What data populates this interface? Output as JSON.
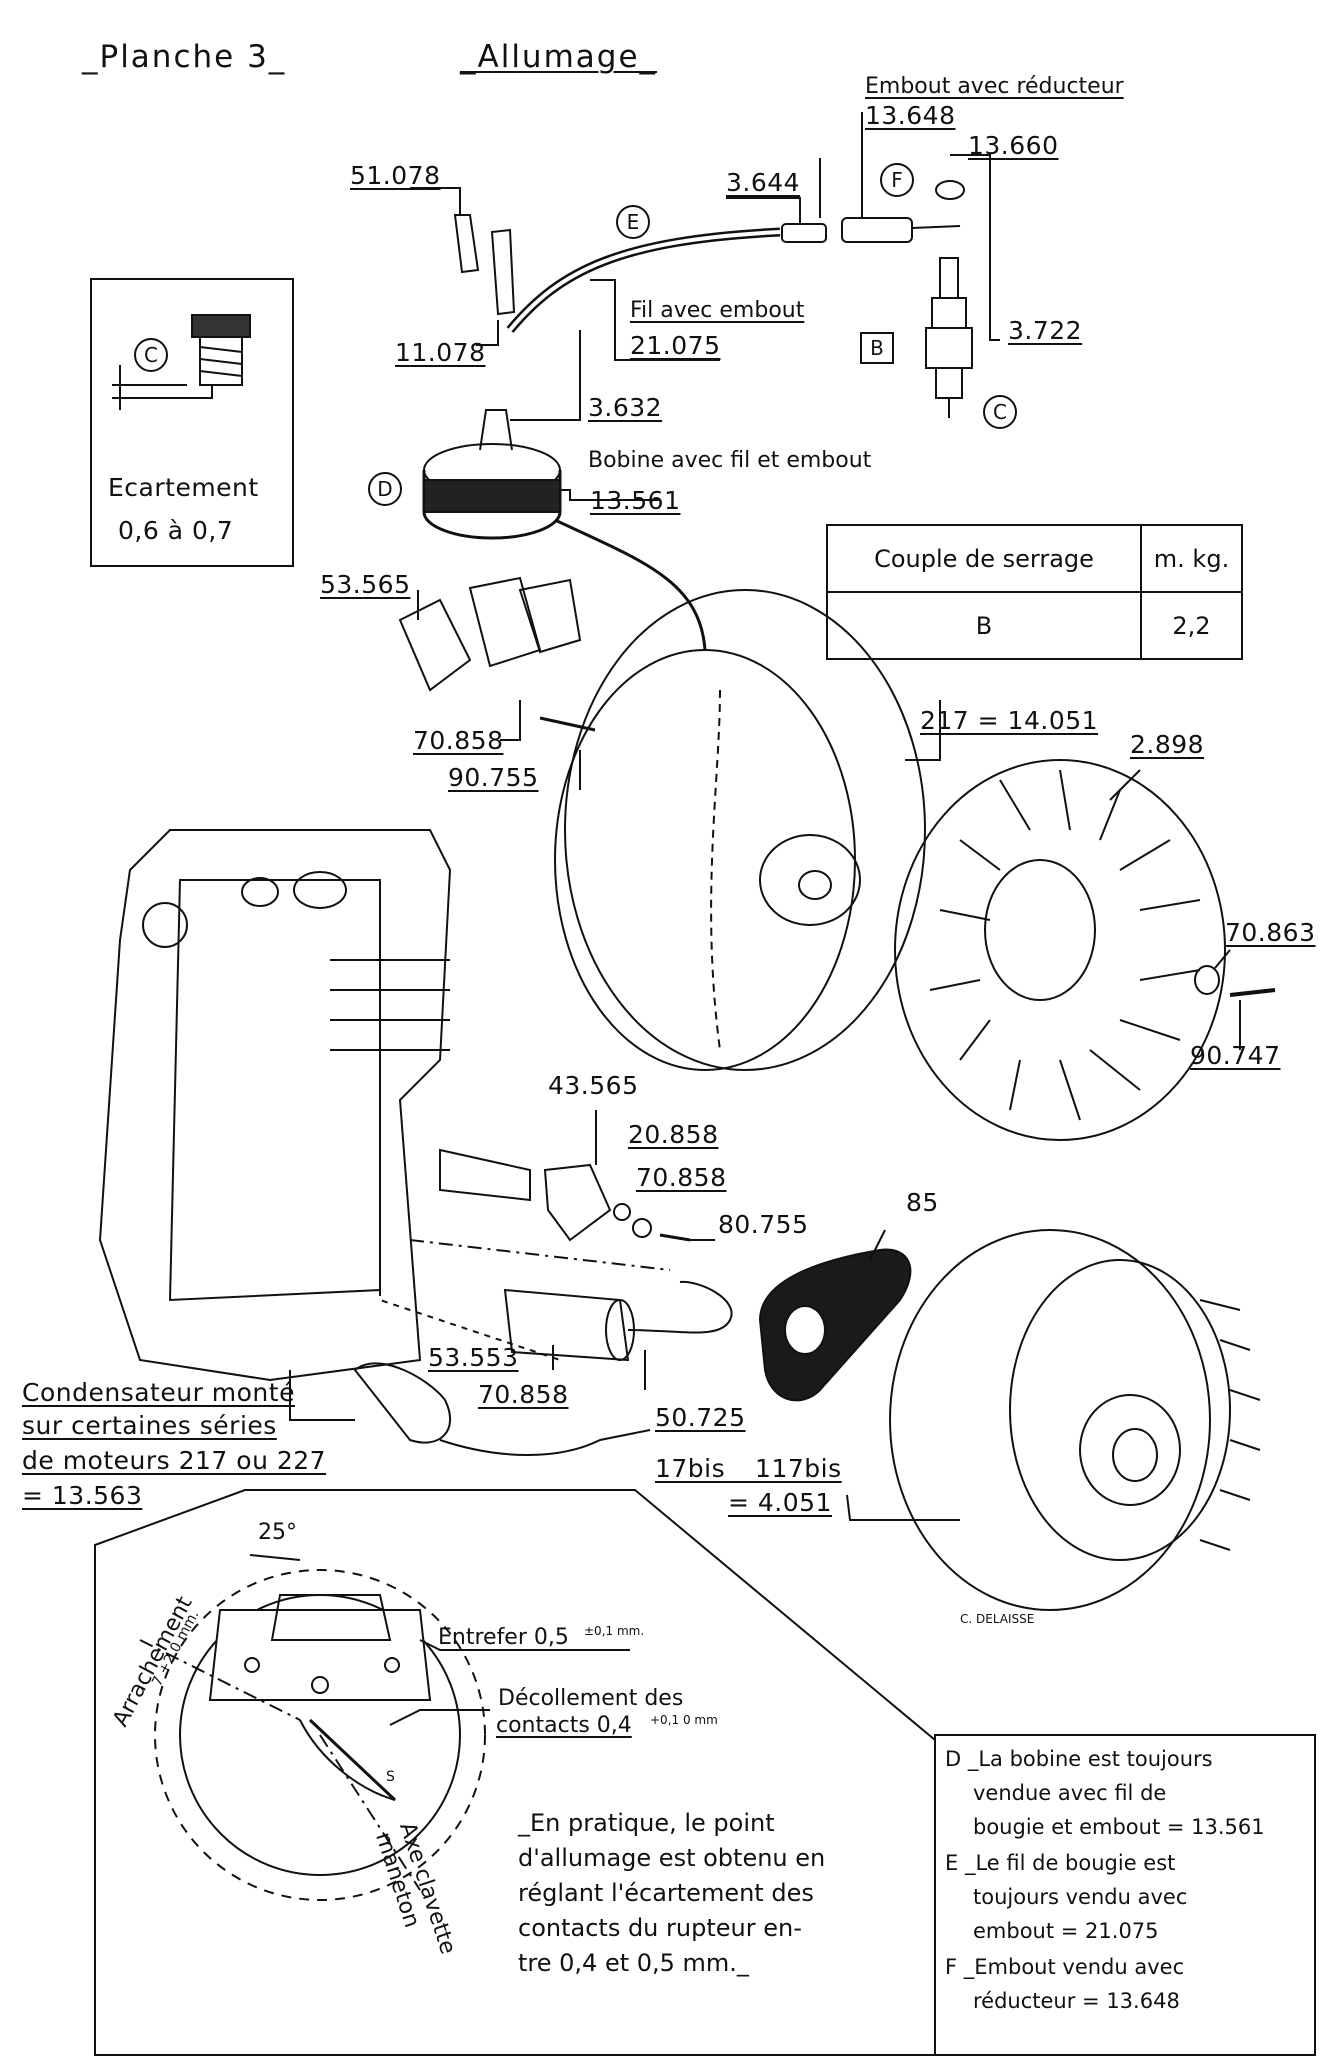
{
  "header": {
    "plate": "_Planche 3_",
    "section": "_Allumage_"
  },
  "gap_box": {
    "marker": "C",
    "line1": "Ecartement",
    "line2": "0,6 à 0,7"
  },
  "torque_table": {
    "col1_header": "Couple de serrage",
    "col2_header": "m. kg.",
    "row_key": "B",
    "row_value": "2,2"
  },
  "markers": {
    "e": "E",
    "f": "F",
    "b": "B",
    "c": "C",
    "d": "D"
  },
  "callouts": {
    "embout_reducteur_label": "Embout avec réducteur",
    "embout_reducteur_ref": "13.648",
    "r13660": "13.660",
    "r3644": "3.644",
    "r51078": "51.078",
    "r11078": "11.078",
    "fil_label": "Fil avec embout",
    "fil_ref": "21.075",
    "r3722": "3.722",
    "r3632": "3.632",
    "bobine_label": "Bobine avec fil et embout",
    "bobine_ref": "13.561",
    "r53565": "53.565",
    "r70858a": "70.858",
    "r90755": "90.755",
    "r217": "217 = 14.051",
    "r2898": "2.898",
    "r70863": "70.863",
    "r90747": "90.747",
    "r43565": "43.565",
    "r20858": "20.858",
    "r70858b": "70.858",
    "r80755": "80.755",
    "r85": "85",
    "r53553": "53.553",
    "r70858c": "70.858",
    "r50725": "50.725",
    "condensateur1": "Condensateur monté",
    "condensateur2": "sur certaines séries",
    "condensateur3": "de moteurs 217 ou 227",
    "condensateur_ref": "= 13.563",
    "r117a": "17bis _ 117bis",
    "r117b": "= 4.051",
    "signature": "C. DELAISSE"
  },
  "timing": {
    "angle": "25°",
    "entrefer": "Entrefer 0,5",
    "entrefer_tol": "±0,1 mm.",
    "decollement1": "Décollement des",
    "decollement2": "contacts 0,4",
    "decollement_tol": "+0,1 0 mm",
    "arrachement": "Arrachement",
    "arrachement_val": "7 +2 0 mm.",
    "axe1": "Axe clavette",
    "axe2": "maneton",
    "s_mark": "S",
    "note_lines": [
      "_En pratique, le point",
      "d'allumage est obtenu en",
      "réglant l'écartement des",
      "contacts du rupteur en-",
      "tre 0,4 et 0,5 mm._"
    ]
  },
  "legend": {
    "d_key": "D",
    "d_lines": [
      "_La bobine est toujours",
      "vendue avec fil de",
      "bougie et embout = 13.561"
    ],
    "e_key": "E",
    "e_lines": [
      "_Le fil de bougie est",
      "toujours vendu avec",
      "embout = 21.075"
    ],
    "f_key": "F",
    "f_lines": [
      "_Embout vendu avec",
      "réducteur = 13.648"
    ]
  }
}
